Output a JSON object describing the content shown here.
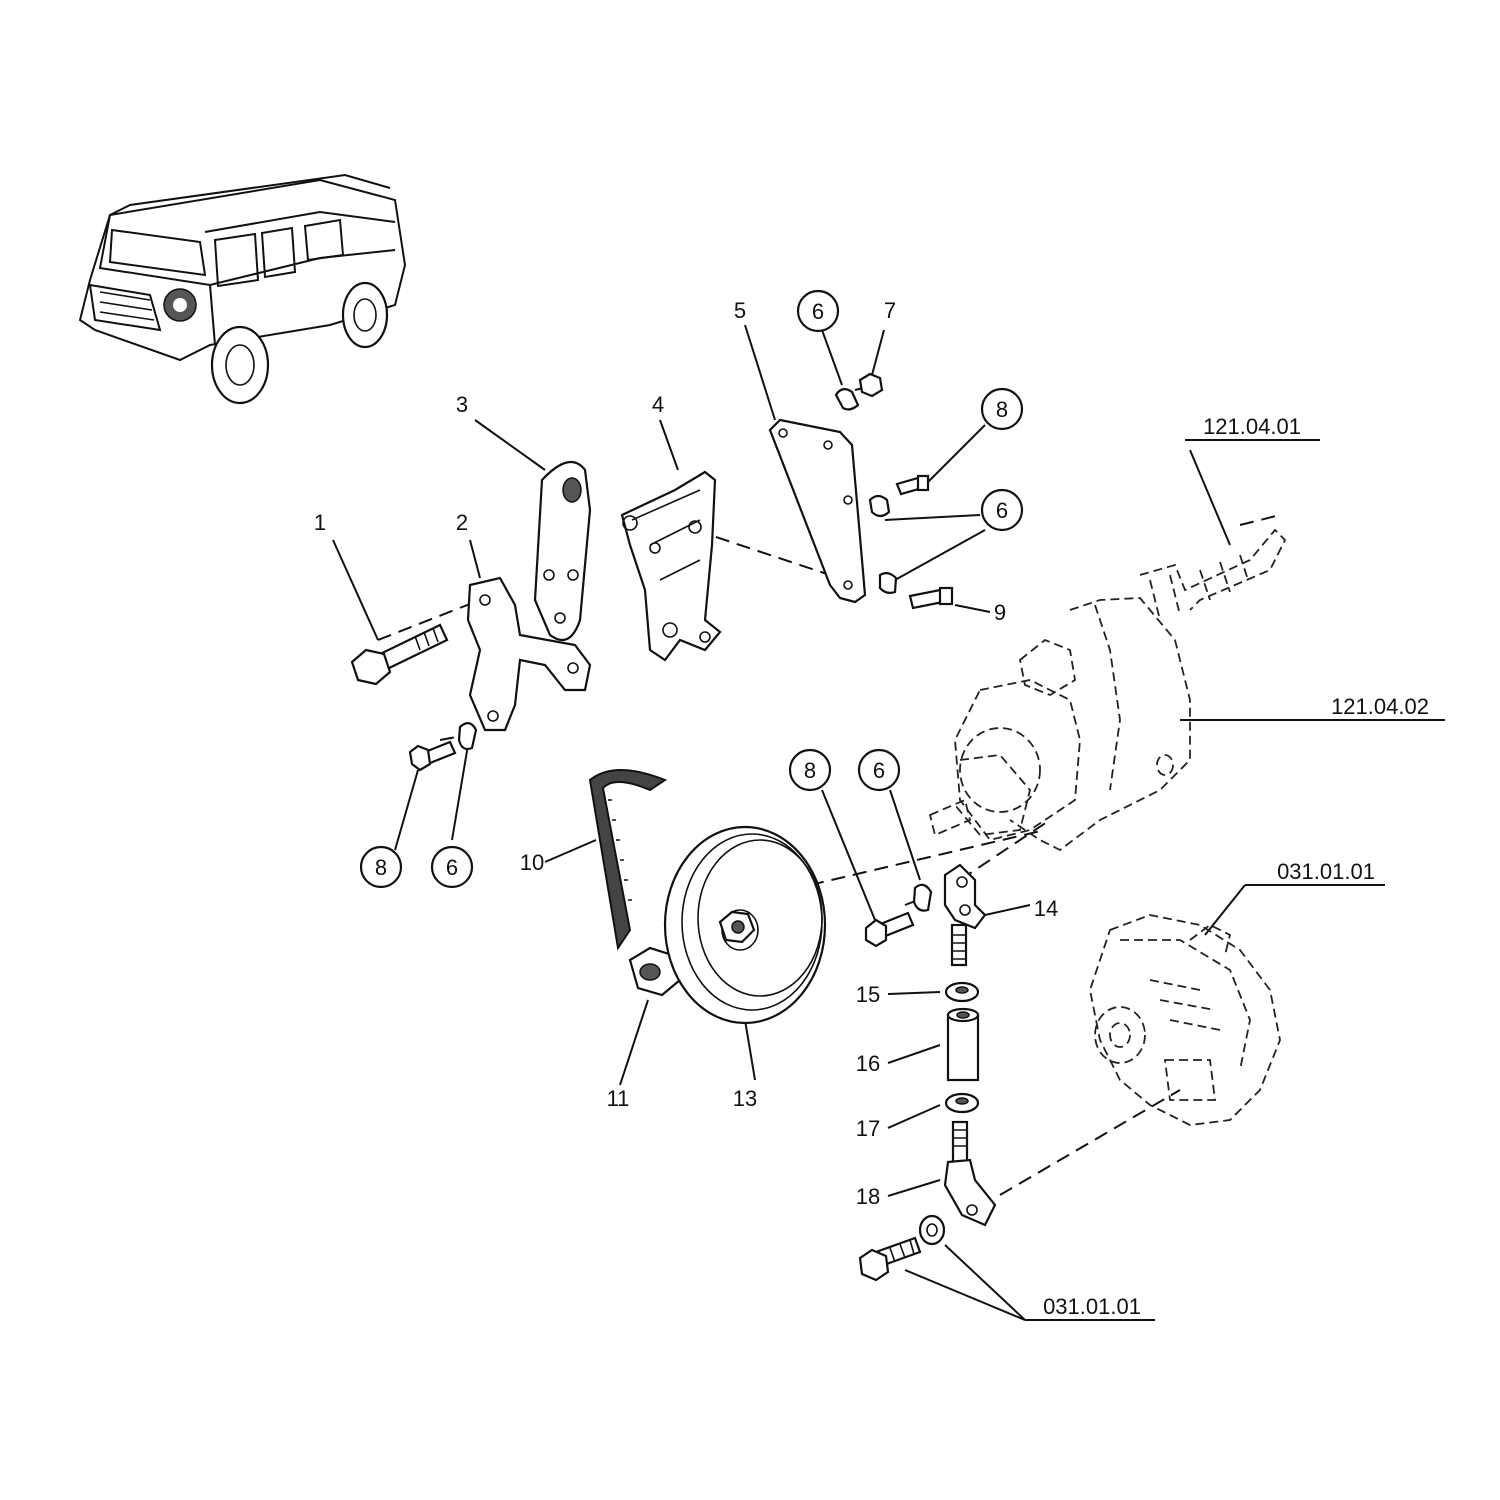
{
  "callouts": {
    "c1": "1",
    "c2": "2",
    "c3": "3",
    "c4": "4",
    "c5": "5",
    "c6a": "6",
    "c7": "7",
    "c8a": "8",
    "c6b": "6",
    "c9": "9",
    "c8b": "8",
    "c6c": "6",
    "c10": "10",
    "c11": "11",
    "c13": "13",
    "c8c": "8",
    "c6d": "6",
    "c14": "14",
    "c15": "15",
    "c16": "16",
    "c17": "17",
    "c18": "18"
  },
  "references": {
    "r1": "121.04.01",
    "r2": "121.04.02",
    "r3": "031.01.01",
    "r4": "031.01.01"
  }
}
